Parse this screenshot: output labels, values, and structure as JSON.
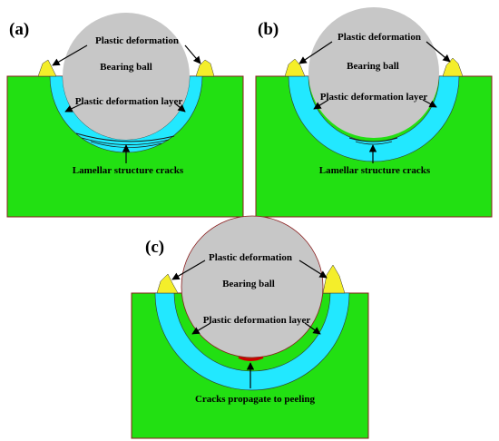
{
  "colors": {
    "substrate": "#22e012",
    "substrate_border": "#8a1c1c",
    "deformation_layer": "#22e8ff",
    "ball": "#c7c7c7",
    "pileup": "#f4ee2a",
    "crack": "#1a1a1a",
    "peeling": "#cc0000"
  },
  "panels": [
    {
      "tag": "(a)",
      "ball_label": "Bearing ball",
      "pileup_label": "Plastic deformation",
      "layer_label": "Plastic deformation layer",
      "crack_label": "Lamellar structure cracks"
    },
    {
      "tag": "(b)",
      "ball_label": "Bearing ball",
      "pileup_label": "Plastic deformation",
      "layer_label": "Plastic deformation layer",
      "crack_label": "Lamellar structure cracks"
    },
    {
      "tag": "(c)",
      "ball_label": "Bearing ball",
      "pileup_label": "Plastic deformation",
      "layer_label": "Plastic deformation layer",
      "crack_label": "Cracks propagate to peeling"
    }
  ]
}
